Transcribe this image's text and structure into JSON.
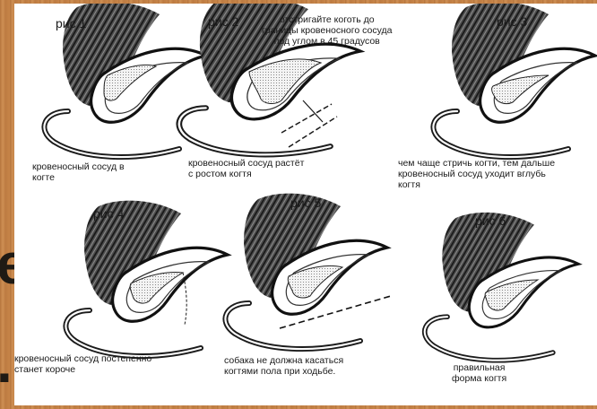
{
  "background": {
    "color": "#c9874a",
    "edge_glyphs": [
      "e",
      "."
    ]
  },
  "figures": [
    {
      "id": "1",
      "label": "рис 1",
      "caption": [
        "кровеносный сосуд в",
        "когте"
      ]
    },
    {
      "id": "2",
      "label": "рис 2",
      "note": [
        "отстригайте коготь до",
        "границы кровеносного сосуда",
        "под углом в 45 градусов"
      ],
      "caption": [
        "кровеносный сосуд растёт",
        "с ростом когтя"
      ]
    },
    {
      "id": "3",
      "label": "рис 3",
      "caption": [
        "чем чаще стричь когти, тем дальше",
        "кровеносный сосуд уходит вглубь",
        "когтя"
      ]
    },
    {
      "id": "4",
      "label": "рис 4",
      "caption": [
        "кровеносный сосуд постепенно",
        "станет короче"
      ]
    },
    {
      "id": "5",
      "label": "рис 5",
      "caption": [
        "собака не должна касаться",
        "когтями пола при ходьбе."
      ]
    },
    {
      "id": "6",
      "label": "рис 6",
      "caption": [
        "правильная",
        "форма когтя"
      ]
    }
  ]
}
